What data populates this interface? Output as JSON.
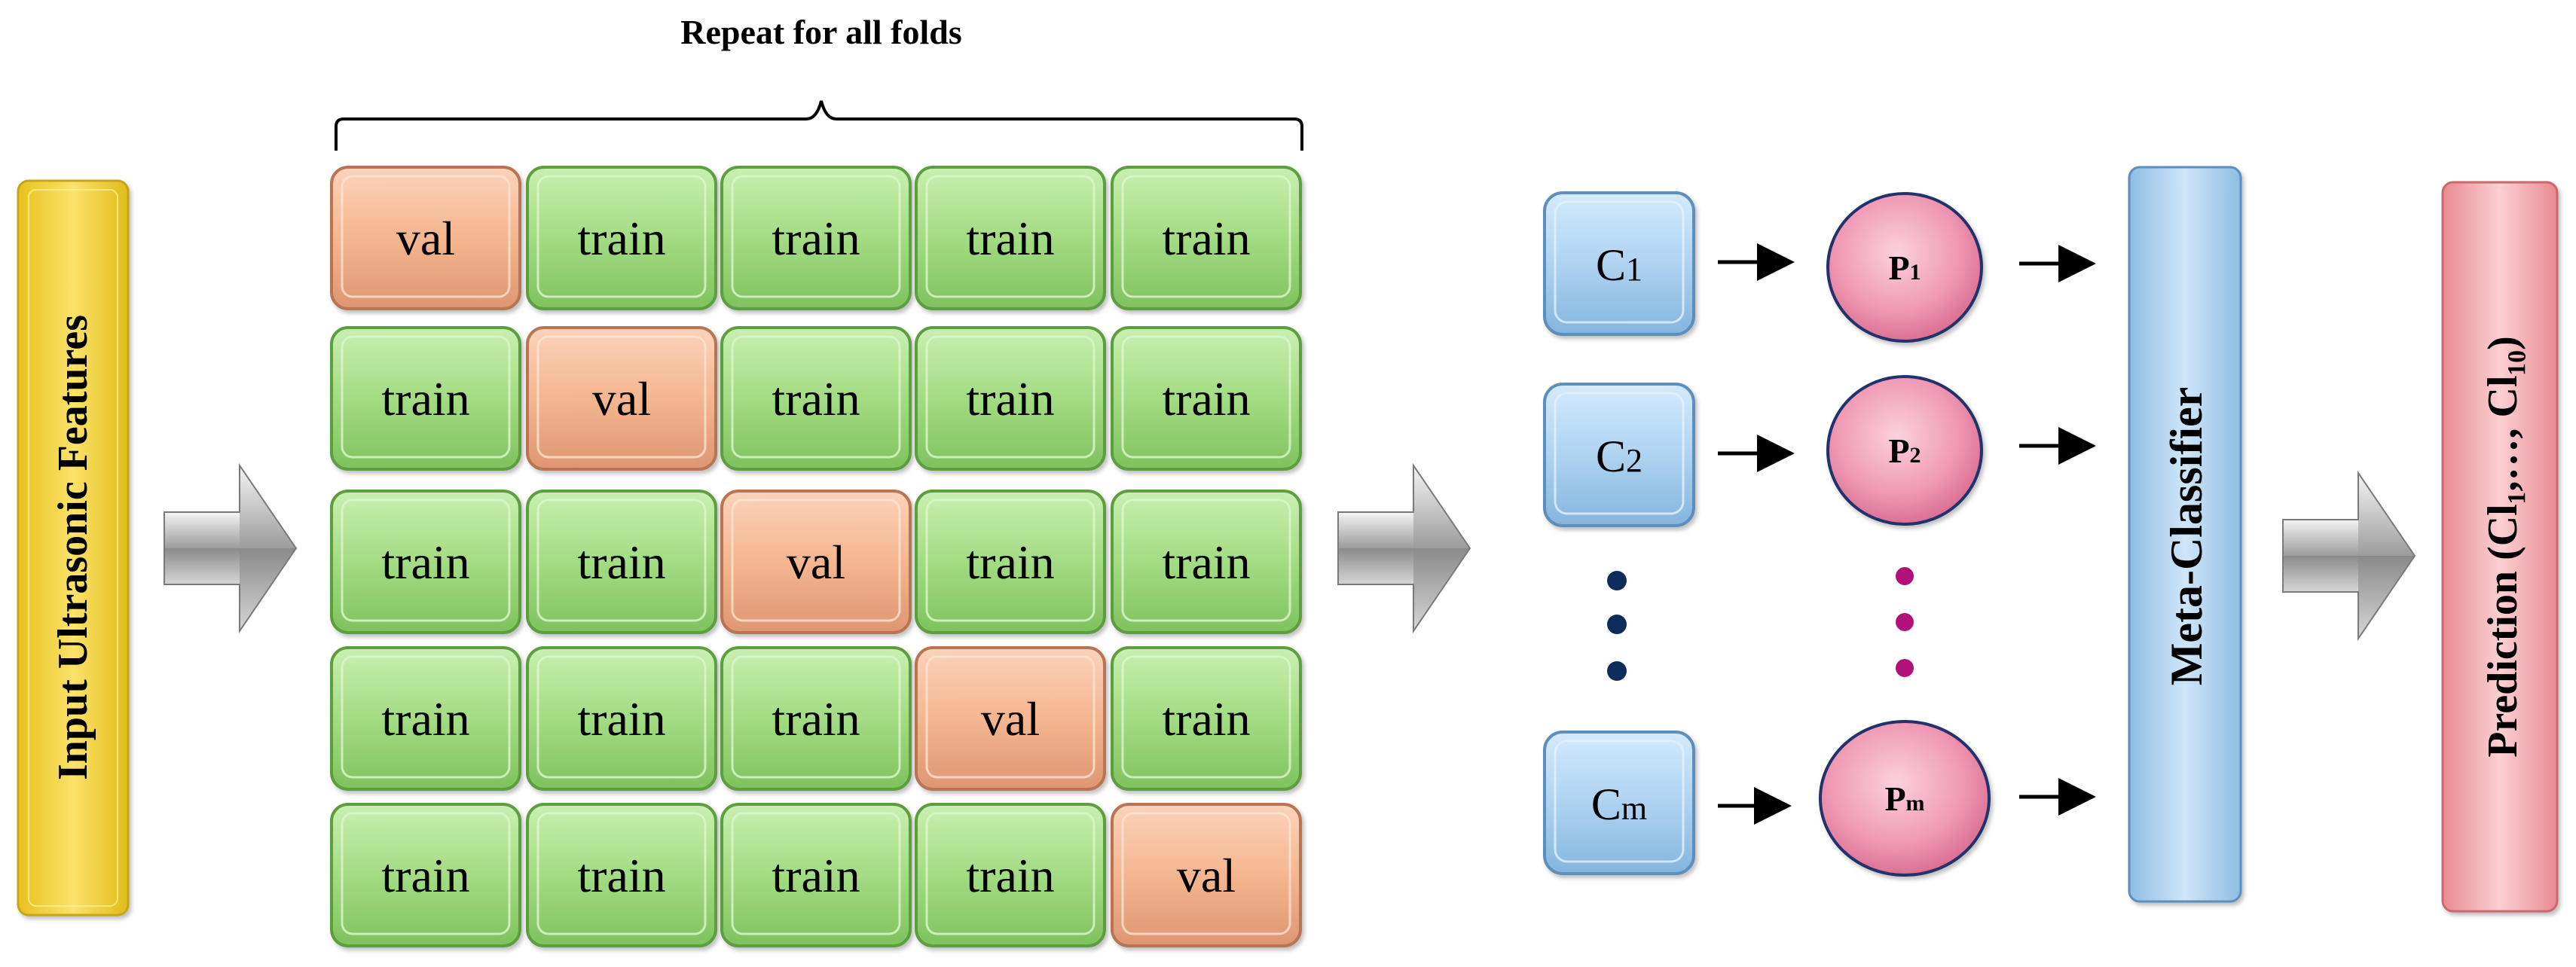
{
  "repeat_label": "Repeat for all folds",
  "input_label": "Input Ultrasonic Features",
  "grid": [
    [
      "val",
      "train",
      "train",
      "train",
      "train"
    ],
    [
      "train",
      "val",
      "train",
      "train",
      "train"
    ],
    [
      "train",
      "train",
      "val",
      "train",
      "train"
    ],
    [
      "train",
      "train",
      "train",
      "val",
      "train"
    ],
    [
      "train",
      "train",
      "train",
      "train",
      "val"
    ]
  ],
  "classifiers": [
    {
      "letter": "C",
      "sub": "1"
    },
    {
      "letter": "C",
      "sub": "2"
    },
    {
      "letter": "C",
      "sub": "m"
    }
  ],
  "predictions": [
    {
      "letter": "P",
      "sub": "1"
    },
    {
      "letter": "P",
      "sub": "2"
    },
    {
      "letter": "P",
      "sub": "m"
    }
  ],
  "meta_label": "Meta-Classifier",
  "prediction_label": "Prediction (Cl₁,…, Cl₁₀)",
  "colors": {
    "train": "#9fd97f",
    "val": "#f2b48e",
    "input": "#f2d43a",
    "classifier": "#a9d1f0",
    "prediction_circle": "#ee97b2",
    "meta": "#a9d1f0",
    "output": "#f4a7aa"
  }
}
